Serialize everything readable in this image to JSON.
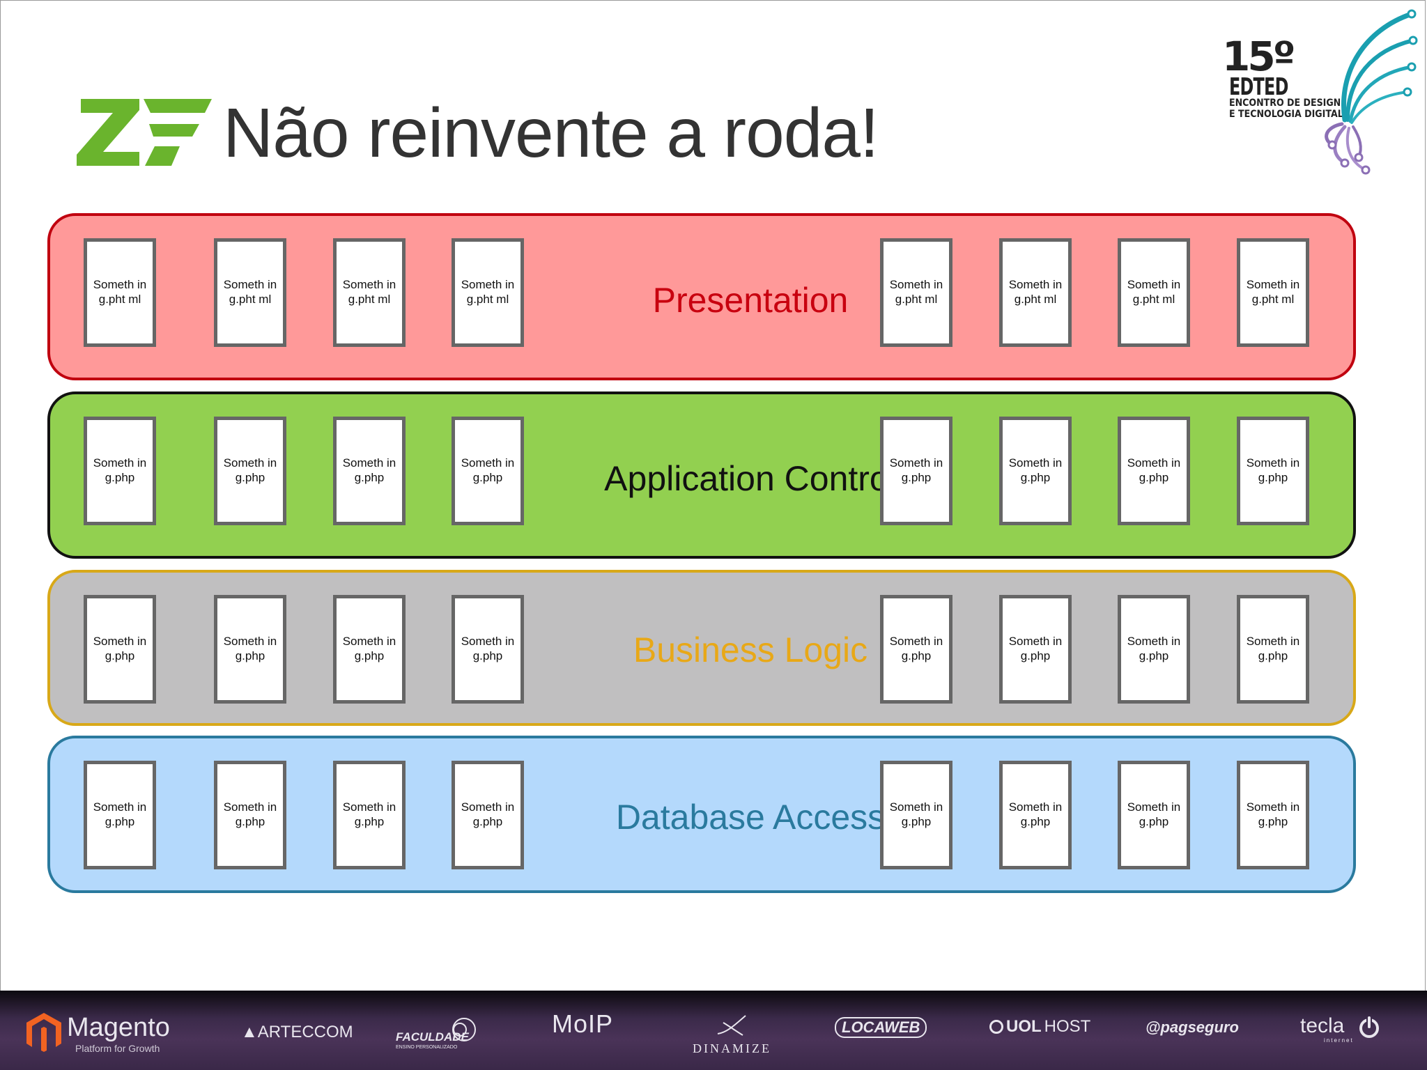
{
  "title": "Não reinvente a roda!",
  "logos": {
    "zf": "ZF",
    "event": {
      "number": "15º",
      "name": "EDTED",
      "line1": "ENCONTRO DE DESIGN",
      "line2": "E TECNOLOGIA DIGITAL"
    }
  },
  "layers": [
    {
      "label": "Presentation",
      "fill": "#ff9999",
      "border": "#c0000f",
      "text_color": "#c8000f",
      "files": [
        "Someth ing.pht ml",
        "Someth ing.pht ml",
        "Someth ing.pht ml",
        "Someth ing.pht ml",
        "Someth ing.pht ml",
        "Someth ing.pht ml",
        "Someth ing.pht ml",
        "Someth ing.pht ml"
      ]
    },
    {
      "label": "Application Control",
      "fill": "#92d050",
      "border": "#111111",
      "text_color": "#111111",
      "files": [
        "Someth ing.php",
        "Someth ing.php",
        "Someth ing.php",
        "Someth ing.php",
        "Someth ing.php",
        "Someth ing.php",
        "Someth ing.php",
        "Someth ing.php"
      ]
    },
    {
      "label": "Business Logic",
      "fill": "#c0bfc0",
      "border": "#d8a818",
      "text_color": "#e8a817",
      "files": [
        "Someth ing.php",
        "Someth ing.php",
        "Someth ing.php",
        "Someth ing.php",
        "Someth ing.php",
        "Someth ing.php",
        "Someth ing.php",
        "Someth ing.php"
      ]
    },
    {
      "label": "Database Access",
      "fill": "#b4d9fc",
      "border": "#2a7a9e",
      "text_color": "#2a7a9e",
      "files": [
        "Someth ing.php",
        "Someth ing.php",
        "Someth ing.php",
        "Someth ing.php",
        "Someth ing.php",
        "Someth ing.php",
        "Someth ing.php",
        "Someth ing.php"
      ]
    }
  ],
  "sponsors": {
    "magento": "Magento",
    "magento_tagline": "Platform for Growth",
    "arteccom": "ARTECCOM",
    "faculdade": "FACULDADE",
    "faculdade_sub": "ENSINO PERSONALIZADO",
    "moip": "MoIP",
    "dinamize": "DINAMIZE",
    "locaweb": "LOCAWEB",
    "uolhost_a": "UOL",
    "uolhost_b": "HOST",
    "pagseguro": "pagseguro",
    "tecla": "tecla",
    "tecla_sub": "internet"
  }
}
